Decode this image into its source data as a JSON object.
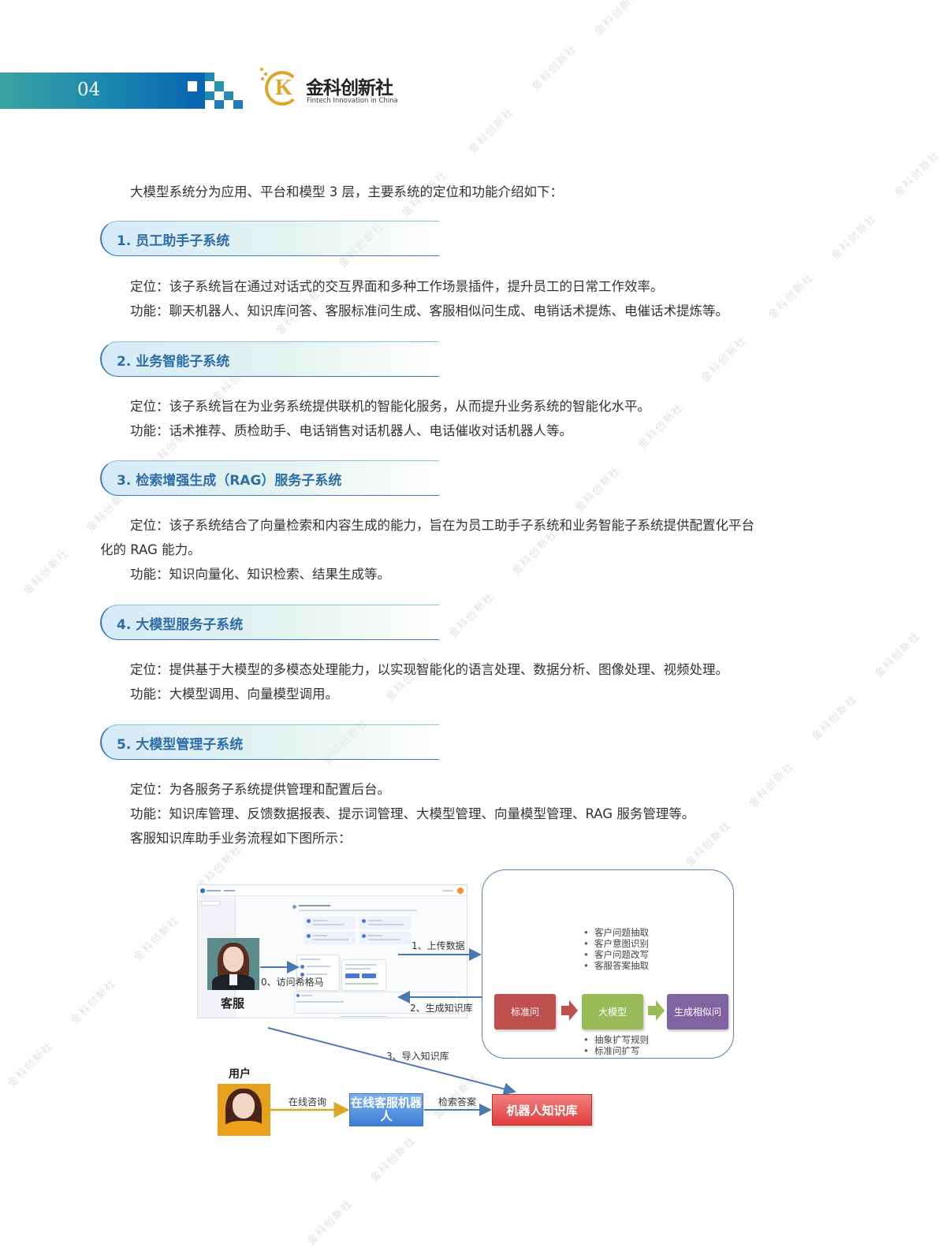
{
  "header": {
    "page_number": "04",
    "logo_cn": "金科创新社",
    "logo_en": "Fintech Innovation in China",
    "logo_letter": "K",
    "band_color": "#1a86b0"
  },
  "watermark_text": "金科创新社",
  "intro": "大模型系统分为应用、平台和模型 3 层，主要系统的定位和功能介绍如下：",
  "sections": [
    {
      "title": "1. 员工助手子系统",
      "lines": [
        "定位：该子系统旨在通过对话式的交互界面和多种工作场景插件，提升员工的日常工作效率。",
        "功能：聊天机器人、知识库问答、客服标准问生成、客服相似问生成、电销话术提炼、电催话术提炼等。"
      ]
    },
    {
      "title": "2. 业务智能子系统",
      "lines": [
        "定位：该子系统旨在为业务系统提供联机的智能化服务，从而提升业务系统的智能化水平。",
        "功能：话术推荐、质检助手、电话销售对话机器人、电话催收对话机器人等。"
      ]
    },
    {
      "title": "3. 检索增强生成（RAG）服务子系统",
      "lines": [
        "定位：该子系统结合了向量检索和内容生成的能力，旨在为员工助手子系统和业务智能子系统提供配置化平台",
        "化的 RAG 能力。",
        "功能：知识向量化、知识检索、结果生成等。"
      ]
    },
    {
      "title": "4. 大模型服务子系统",
      "lines": [
        "定位：提供基于大模型的多模态处理能力，以实现智能化的语言处理、数据分析、图像处理、视频处理。",
        "功能：大模型调用、向量模型调用。"
      ]
    },
    {
      "title": "5. 大模型管理子系统",
      "lines": [
        "定位：为各服务子系统提供管理和配置后台。",
        "功能：知识库管理、反馈数据报表、提示词管理、大模型管理、向量模型管理、RAG 服务管理等。",
        "客服知识库助手业务流程如下图所示："
      ]
    }
  ],
  "diagram": {
    "agent_label": "客服",
    "user_label": "用户",
    "step0": "0、访问希格马",
    "step1": "1、上传数据",
    "step2": "2、生成知识库",
    "step3": "3、导入知识库",
    "top_bullets": [
      "客户问题抽取",
      "客户意图识别",
      "客户问题改写",
      "客服答案抽取"
    ],
    "bottom_bullets": [
      "抽象扩写规则",
      "标准问扩写"
    ],
    "flow_boxes": [
      {
        "label": "标准问",
        "color": "#c0504d"
      },
      {
        "label": "大模型",
        "color": "#9bbb59"
      },
      {
        "label": "生成相似问",
        "color": "#8064a2"
      }
    ],
    "online_consult": "在线咨询",
    "retrieve_answer": "检索答案",
    "bot_box": "在线客服机器人",
    "kb_box": "机器人知识库"
  }
}
